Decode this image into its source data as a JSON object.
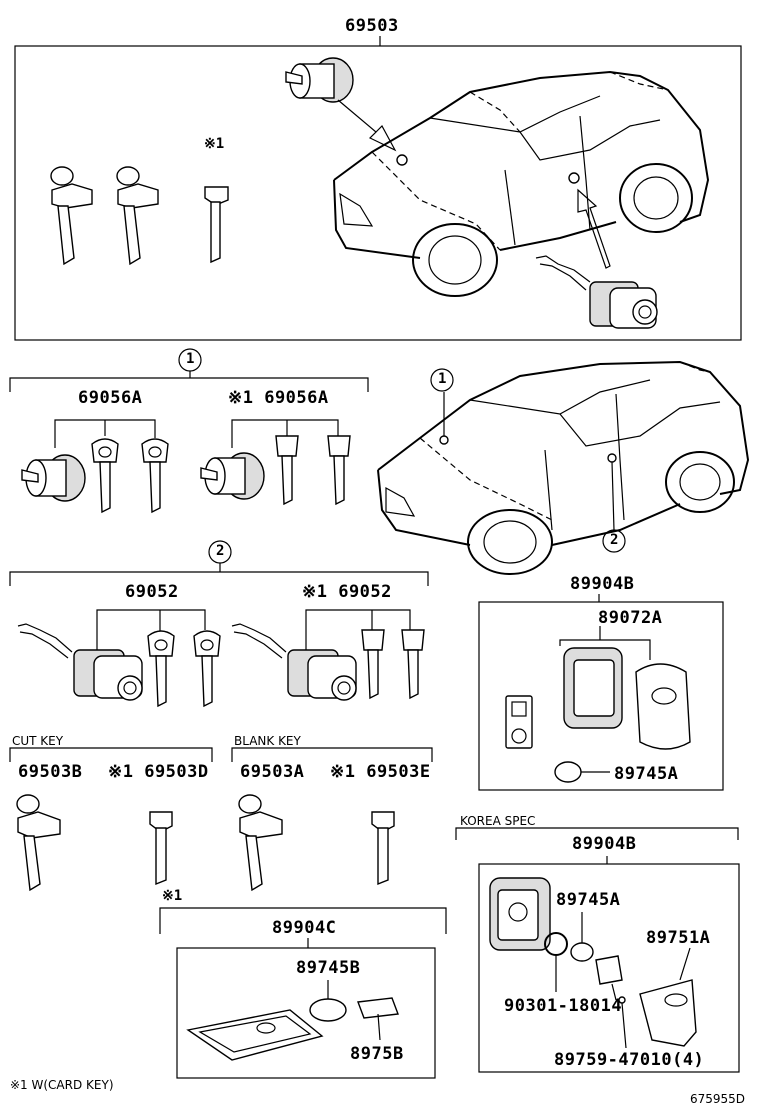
{
  "top_group": {
    "part_no": "69503"
  },
  "note_marker": "※1",
  "callout_1": "1",
  "callout_2": "2",
  "group_1": {
    "callout": "1",
    "left_part": "69056A",
    "right_part": "※1 69056A"
  },
  "group_2": {
    "callout": "2",
    "left_part": "69052",
    "right_part": "※1 69052"
  },
  "cut_key": {
    "heading": "CUT KEY",
    "left_part": "69503B",
    "right_part": "※1 69503D"
  },
  "blank_key": {
    "heading": "BLANK KEY",
    "left_part": "69503A",
    "right_part": "※1 69503E"
  },
  "smart_key": {
    "outer": "89904B",
    "case": "89072A",
    "battery": "89745A"
  },
  "card_key": {
    "marker": "※1",
    "outer": "89904C",
    "battery": "89745B",
    "sticker": "8975B"
  },
  "korea": {
    "heading": "KOREA SPEC",
    "outer": "89904B",
    "battery": "89745A",
    "cover": "89751A",
    "screw": "90301-18014",
    "bolt": "89759-47010(4)"
  },
  "footnote": "※1 W(CARD KEY)",
  "figure_id": "675955D"
}
